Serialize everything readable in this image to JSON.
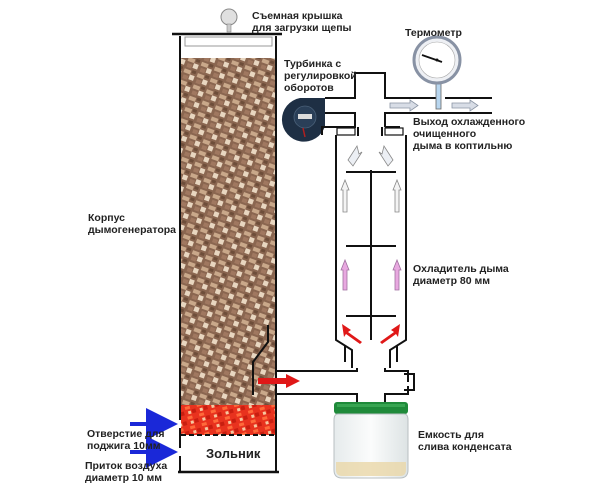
{
  "diagram": {
    "title": "Схема дымогенератора с охладителем",
    "labels": {
      "lid": "Съемная крышка\nдля загрузки щепы",
      "thermometer": "Термометр",
      "turbine": "Турбинка с\nрегулировкой\nоборотов",
      "outlet": "Выход охлажденного\nочищенного\nдыма в коптильню",
      "body": "Корпус\nдымогенератора",
      "cooler": "Охладитель дыма\nдиаметр 80 мм",
      "ignition": "Отверстие для\nподжига 10мм",
      "air_inlet": "Приток воздуха\nдиаметр 10 мм",
      "ash_pit": "Зольник",
      "condensate": "Емкость для\nслива конденсата"
    },
    "colors": {
      "line": "#111111",
      "wood_chips": "#a8846a",
      "ember": "#e8321e",
      "arrow_blue": "#1a28d8",
      "arrow_red": "#e01818",
      "arrow_pink": "#e8a8e0",
      "arrow_light": "#d8dde6",
      "jar_lid": "#1f8a3a",
      "turbine": "#1e2f44"
    }
  }
}
